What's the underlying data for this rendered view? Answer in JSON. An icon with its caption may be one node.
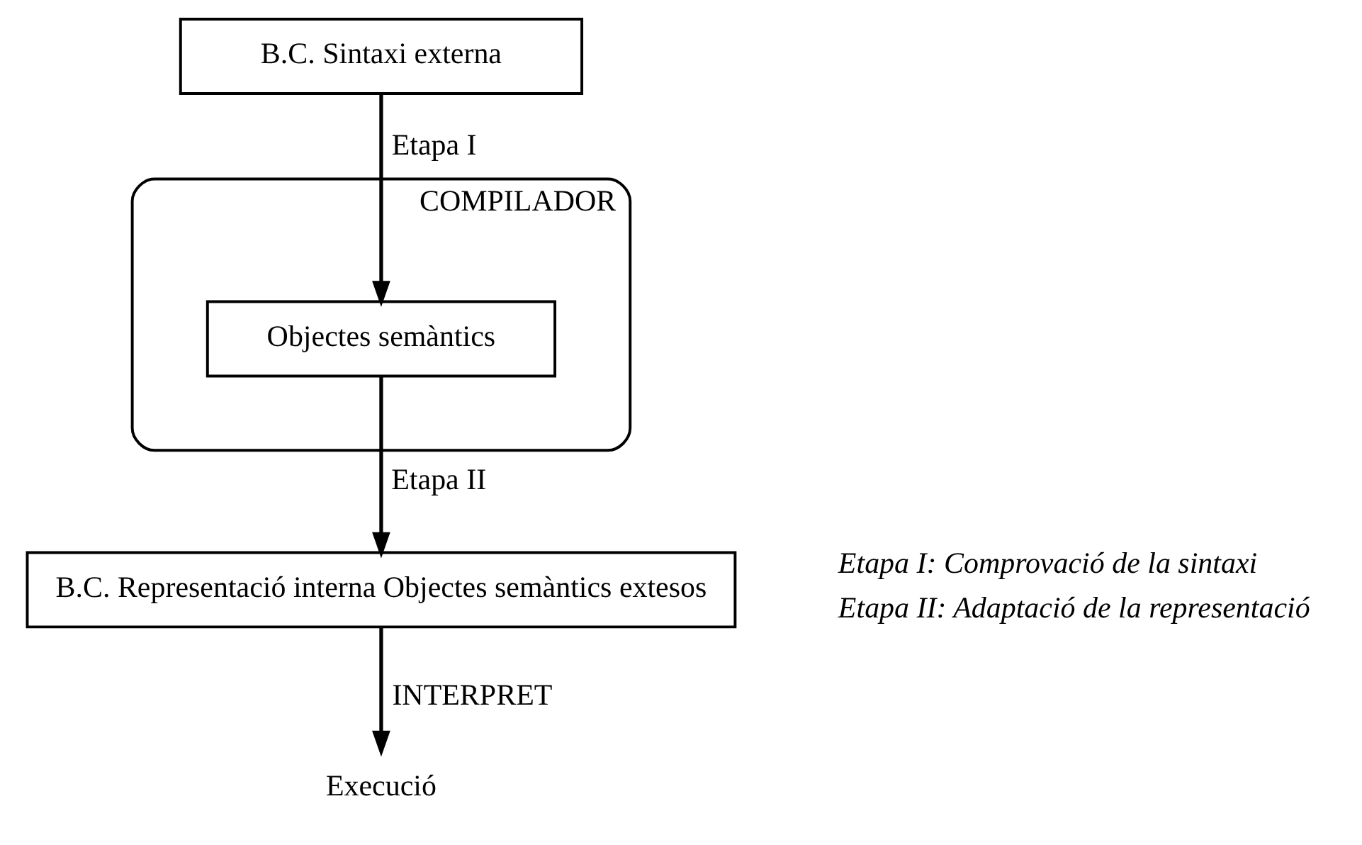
{
  "diagram": {
    "nodes": [
      {
        "text": [
          "B.C. Sintaxi externa"
        ]
      },
      {
        "text": [
          "COMPILADOR"
        ]
      },
      {
        "text": [
          "Objectes semàntics"
        ],
        "in": 1
      },
      {
        "text": [
          "B.C. Representació interna Objectes semàntics extesos"
        ]
      },
      {
        "text": [
          "Execució"
        ]
      }
    ],
    "edges": [
      {
        "from": 0,
        "to": 2,
        "arrow": "to",
        "label": "Etapa I"
      },
      {
        "from": 2,
        "to": 3,
        "arrow": "to",
        "label": "Etapa II"
      },
      {
        "from": 3,
        "to": 4,
        "arrow": "to",
        "label": "INTERPRET"
      }
    ],
    "labels": [
      "Etapa I: Comprovació de la sintaxi",
      "Etapa II: Adaptació de la representació"
    ]
  }
}
